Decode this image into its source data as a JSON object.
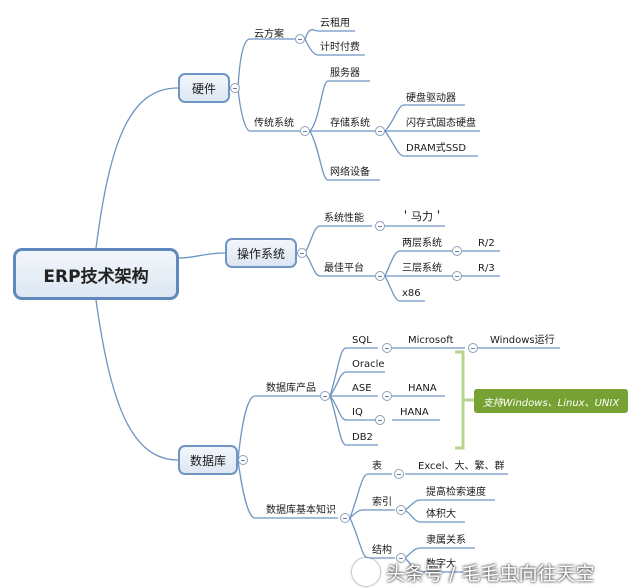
{
  "root": "ERP技术架构",
  "hardware": {
    "label": "硬件",
    "cloud": {
      "label": "云方案",
      "items": [
        "云租用",
        "计时付费"
      ]
    },
    "traditional": {
      "label": "传统系统",
      "server": "服务器",
      "storage": {
        "label": "存储系统",
        "items": [
          "硬盘驱动器",
          "闪存式固态硬盘",
          "DRAM式SSD"
        ]
      },
      "network": "网络设备"
    }
  },
  "os": {
    "label": "操作系统",
    "performance": {
      "label": "系统性能",
      "value": "＇马力＇"
    },
    "platform": {
      "label": "最佳平台",
      "two_tier": {
        "label": "两层系统",
        "value": "R/2"
      },
      "three_tier": {
        "label": "三层系统",
        "value": "R/3"
      },
      "x86": "x86"
    }
  },
  "database": {
    "label": "数据库",
    "products": {
      "label": "数据库产品",
      "sql": {
        "label": "SQL",
        "vendor": "Microsoft",
        "runs": "Windows运行"
      },
      "oracle": "Oracle",
      "ase": {
        "label": "ASE",
        "value": "HANA"
      },
      "iq": {
        "label": "IQ",
        "value": "HANA"
      },
      "db2": "DB2",
      "note": "支持Windows、Linux、UNIX"
    },
    "basics": {
      "label": "数据库基本知识",
      "table": {
        "label": "表",
        "value": "Excel、大、繁、群"
      },
      "index": {
        "label": "索引",
        "items": [
          "提高检索速度",
          "体积大"
        ]
      },
      "structure": {
        "label": "结构",
        "items": [
          "隶属关系",
          "数字大"
        ]
      }
    }
  },
  "watermark": "头条号 / 毛毛虫向往天空",
  "colors": {
    "line": "#6e95c4",
    "node_border": "#6e95c4",
    "note_bg": "#77a233",
    "bracket": "#b7d38c"
  }
}
